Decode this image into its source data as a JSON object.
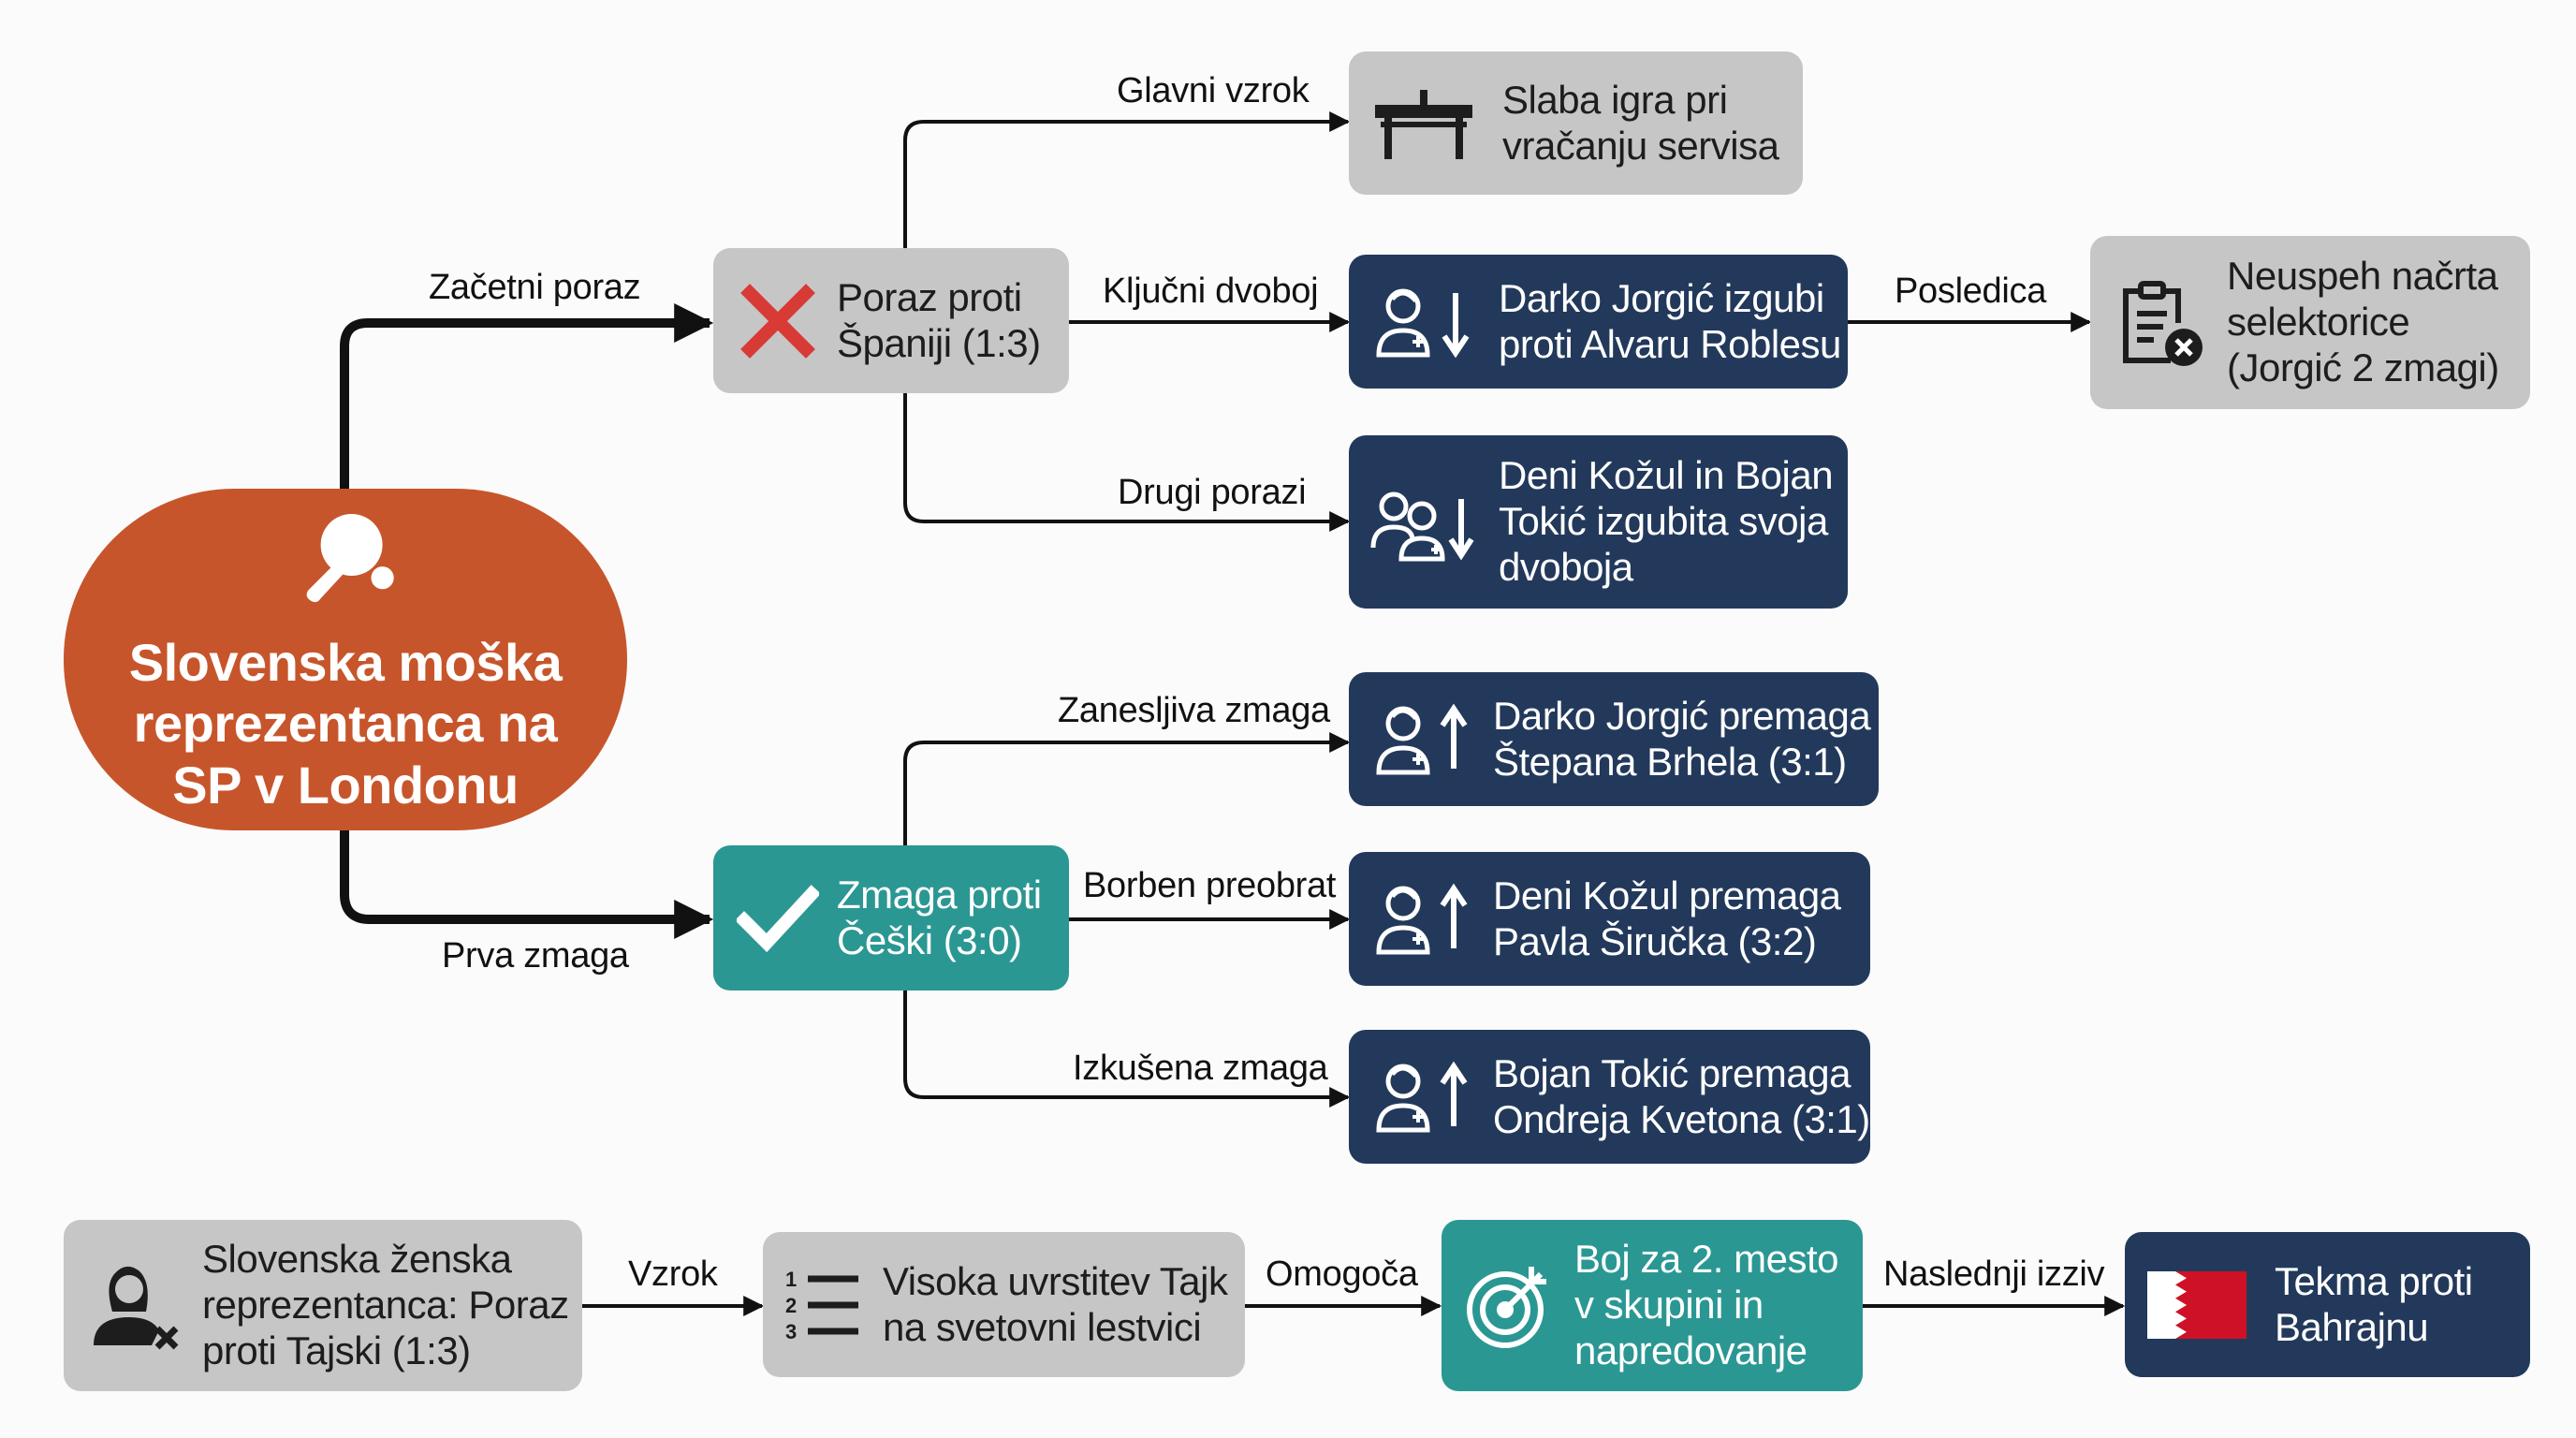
{
  "root": {
    "title_lines": [
      "Slovenska moška",
      "reprezentanca na",
      "SP v Londonu"
    ],
    "icon": "ping-pong-paddle-icon"
  },
  "branches": {
    "loss": {
      "edge_label": "Začetni poraz",
      "title_lines": [
        "Poraz proti",
        "Španiji (1:3)"
      ],
      "icon": "red-x-icon",
      "children": [
        {
          "edge_label": "Glavni vzrok",
          "title_lines": [
            "Slaba igra pri",
            "vračanju servisa"
          ],
          "icon": "ping-pong-table-icon"
        },
        {
          "edge_label": "Ključni dvoboj",
          "title_lines": [
            "Darko Jorgić izgubi",
            "proti Alvaru Roblesu"
          ],
          "icon": "player-down-arrow-icon"
        },
        {
          "edge_label": "Drugi porazi",
          "title_lines": [
            "Deni Kožul in Bojan",
            "Tokić izgubita svoja",
            "dvoboja"
          ],
          "icon": "two-players-down-arrow-icon"
        }
      ],
      "consequence": {
        "edge_label": "Posledica",
        "title_lines": [
          "Neuspeh načrta",
          "selektorice",
          "(Jorgić 2 zmagi)"
        ],
        "icon": "clipboard-x-icon"
      }
    },
    "win": {
      "edge_label": "Prva zmaga",
      "title_lines": [
        "Zmaga proti",
        "Češki (3:0)"
      ],
      "icon": "checkmark-icon",
      "children": [
        {
          "edge_label": "Zanesljiva zmaga",
          "title_lines": [
            "Darko Jorgić premaga",
            "Štepana Brhela (3:1)"
          ],
          "icon": "player-up-arrow-icon"
        },
        {
          "edge_label": "Borben preobrat",
          "title_lines": [
            "Deni Kožul premaga",
            "Pavla Širučka (3:2)"
          ],
          "icon": "player-up-arrow-icon"
        },
        {
          "edge_label": "Izkušena zmaga",
          "title_lines": [
            "Bojan Tokić premaga",
            "Ondreja Kvetona (3:1)"
          ],
          "icon": "player-up-arrow-icon"
        }
      ]
    }
  },
  "women_chain": [
    {
      "title_lines": [
        "Slovenska ženska",
        "reprezentanca: Poraz",
        "proti Tajski (1:3)"
      ],
      "icon": "woman-x-icon"
    },
    {
      "edge_label": "Vzrok",
      "title_lines": [
        "Visoka uvrstitev Tajk",
        "na svetovni lestvici"
      ],
      "icon": "numbered-list-icon"
    },
    {
      "edge_label": "Omogoča",
      "title_lines": [
        "Boj za 2. mesto",
        "v skupini in",
        "napredovanje"
      ],
      "icon": "target-icon"
    },
    {
      "edge_label": "Naslednji izziv",
      "title_lines": [
        "Tekma proti",
        "Bahrajnu"
      ],
      "icon": "bahrain-flag-icon"
    }
  ],
  "colors": {
    "root": "#c7552b",
    "gray_box": "#c6c6c6",
    "navy_box": "#23395b",
    "teal_box": "#2b9793",
    "loss_x": "#d83a35",
    "bahrain_red": "#ce1126"
  }
}
